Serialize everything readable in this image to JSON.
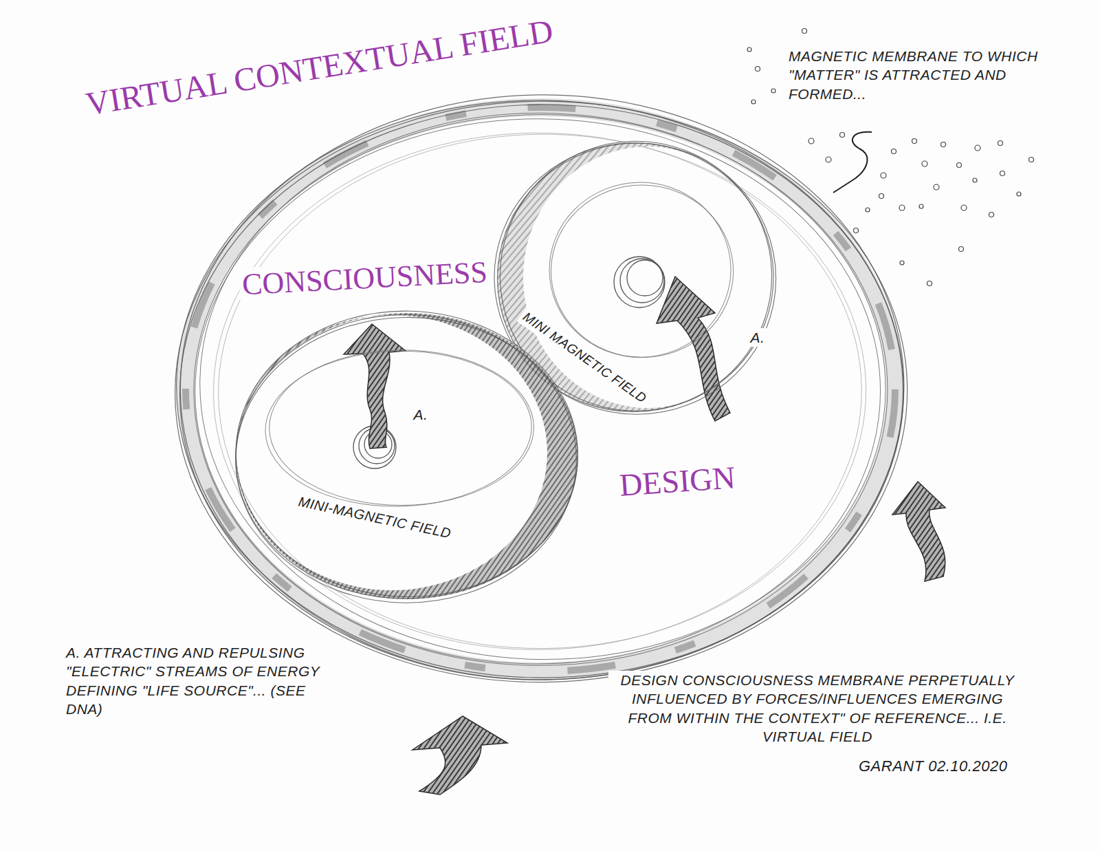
{
  "diagram": {
    "nodes": [
      {
        "text": [
          "CONSCIOUSNESS",
          "DESIGN"
        ]
      },
      {
        "text": [
          "MINI MAGNETIC FIELD",
          "A."
        ],
        "in": 0
      },
      {
        "text": [
          "MINI-MAGNETIC FIELD",
          "A."
        ],
        "in": 0
      }
    ],
    "labels": [
      "VIRTUAL CONTEXTUAL FIELD",
      "MAGNETIC MEMBRANE TO WHICH \"MATTER\" IS ATTRACTED AND FORMED...",
      "A. ATTRACTING AND REPULSING \"ELECTRIC\" STREAMS OF ENERGY DEFINING \"LIFE SOURCE\"... (SEE DNA)",
      "DESIGN CONSCIOUSNESS MEMBRANE PERPETUALLY INFLUENCED BY FORCES/INFLUENCES EMERGING FROM WITHIN THE CONTEXT\" OF REFERENCE... I.E. VIRTUAL FIELD",
      "GARANT 02.10.2020"
    ]
  }
}
